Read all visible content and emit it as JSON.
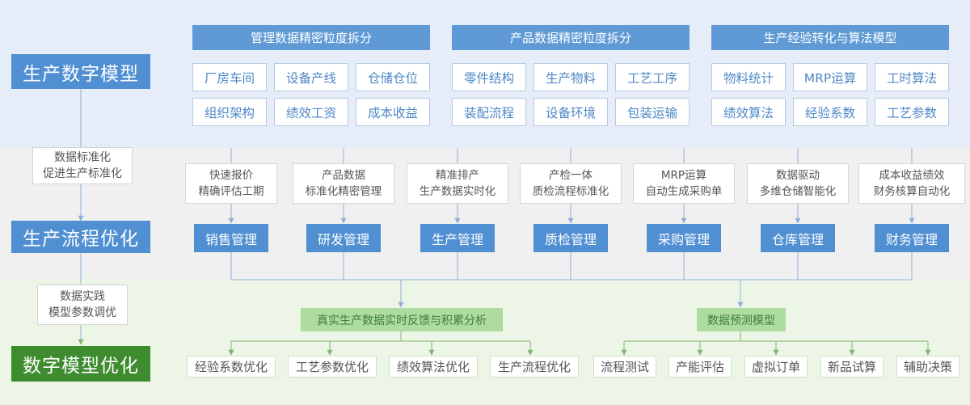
{
  "stages": {
    "digital_model": "生产数字模型",
    "process_optimization": "生产流程优化",
    "model_optimization": "数字模型优化"
  },
  "notes": {
    "standardization": "数据标准化\n促进生产标准化",
    "practice": "数据实践\n模型参数调优"
  },
  "model_columns": [
    {
      "title": "管理数据精密粒度拆分",
      "items": [
        "厂房车间",
        "设备产线",
        "仓储仓位",
        "组织架构",
        "绩效工资",
        "成本收益"
      ]
    },
    {
      "title": "产品数据精密粒度拆分",
      "items": [
        "零件结构",
        "生产物料",
        "工艺工序",
        "装配流程",
        "设备环境",
        "包装运输"
      ]
    },
    {
      "title": "生产经验转化与算法模型",
      "items": [
        "物料统计",
        "MRP运算",
        "工时算法",
        "绩效算法",
        "经验系数",
        "工艺参数"
      ]
    }
  ],
  "process_columns": [
    {
      "desc": "快速报价\n精确评估工期",
      "module": "销售管理"
    },
    {
      "desc": "产品数据\n标准化精密管理",
      "module": "研发管理"
    },
    {
      "desc": "精准排产\n生产数据实时化",
      "module": "生产管理"
    },
    {
      "desc": "产检一体\n质检流程标准化",
      "module": "质检管理"
    },
    {
      "desc": "MRP运算\n自动生成采购单",
      "module": "采购管理"
    },
    {
      "desc": "数据驱动\n多维仓储智能化",
      "module": "仓库管理"
    },
    {
      "desc": "成本收益绩效\n财务核算自动化",
      "module": "财务管理"
    }
  ],
  "optimization": {
    "left": {
      "title": "真实生产数据实时反馈与积累分析",
      "items": [
        "经验系数优化",
        "工艺参数优化",
        "绩效算法优化",
        "生产流程优化"
      ]
    },
    "right": {
      "title": "数据预测模型",
      "items": [
        "流程测试",
        "产能评估",
        "虚拟订单",
        "新品试算",
        "辅助决策"
      ]
    }
  },
  "colors": {
    "stage_blue": "#4f8fd2",
    "stage_green": "#3f8c30",
    "header_blue": "#5f9ad6",
    "item_text_blue": "#4f88c6",
    "green_bar": "#aedba0",
    "band_blue": "#e6edf8",
    "band_gray": "#f0f0f0",
    "band_green": "#ecf5e6"
  }
}
